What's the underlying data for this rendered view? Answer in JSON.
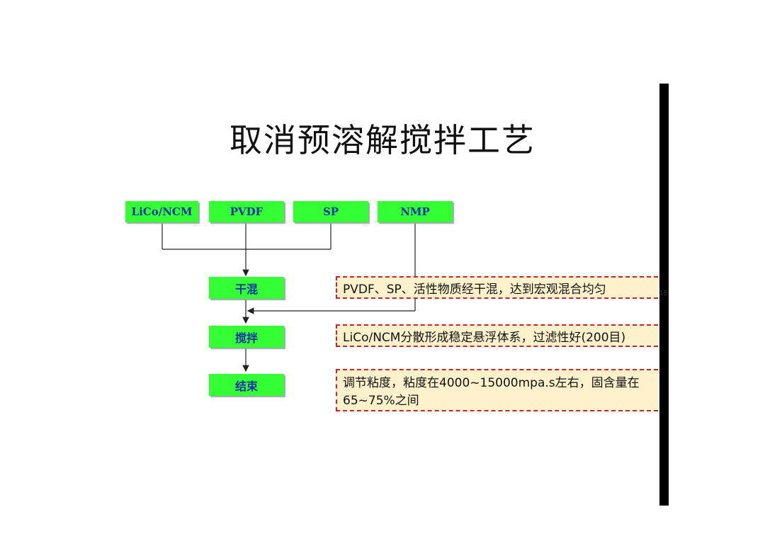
{
  "title": "取消预溶解搅拌工艺",
  "inputs": [
    "LiCo/NCM",
    "PVDF",
    "SP",
    "NMP"
  ],
  "steps": [
    "干混",
    "搅拌",
    "结束"
  ],
  "notes": [
    "PVDF、SP、活性物质经干混，达到宏观混合均匀",
    "LiCo/NCM分散形成稳定悬浮体系，过滤性好(200目)",
    "调节粘度，粘度在4000~15000mpa.s左右，固含量在65~75%之间"
  ],
  "page_number": "18",
  "colors": {
    "box_fill": "#33ff33",
    "box_text": "#1a2fb0",
    "note_fill": "#fdf1cc",
    "note_border": "#c0272d"
  }
}
